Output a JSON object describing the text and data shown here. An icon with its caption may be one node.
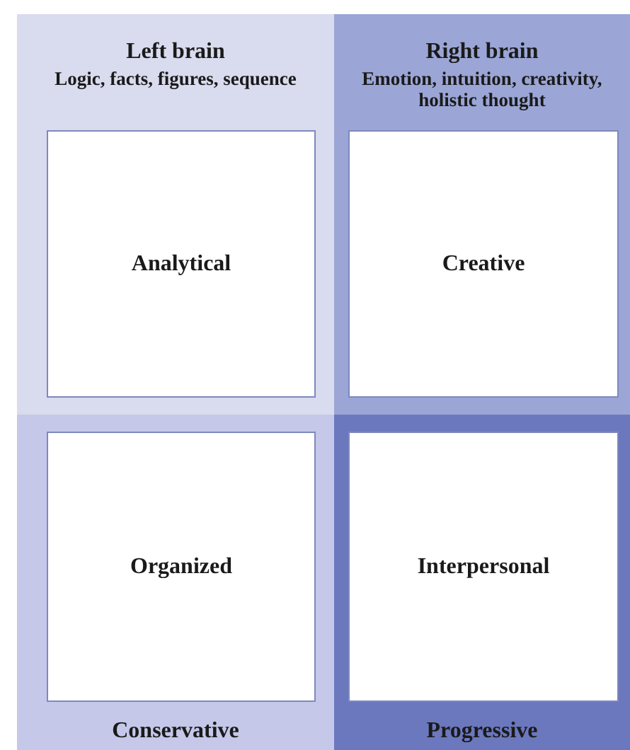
{
  "diagram": {
    "nodes": [
      {
        "text": [
          "Left brain",
          "Logic, facts, figures, sequence"
        ]
      },
      {
        "text": [
          "Analytical"
        ],
        "in": 0
      },
      {
        "text": [
          "Right brain",
          "Emotion, intuition, creativity, holistic thought"
        ]
      },
      {
        "text": [
          "Creative"
        ],
        "in": 2
      },
      {
        "text": [
          "Conservative"
        ]
      },
      {
        "text": [
          "Organized"
        ],
        "in": 4
      },
      {
        "text": [
          "Progressive"
        ]
      },
      {
        "text": [
          "Interpersonal"
        ],
        "in": 6
      }
    ]
  }
}
